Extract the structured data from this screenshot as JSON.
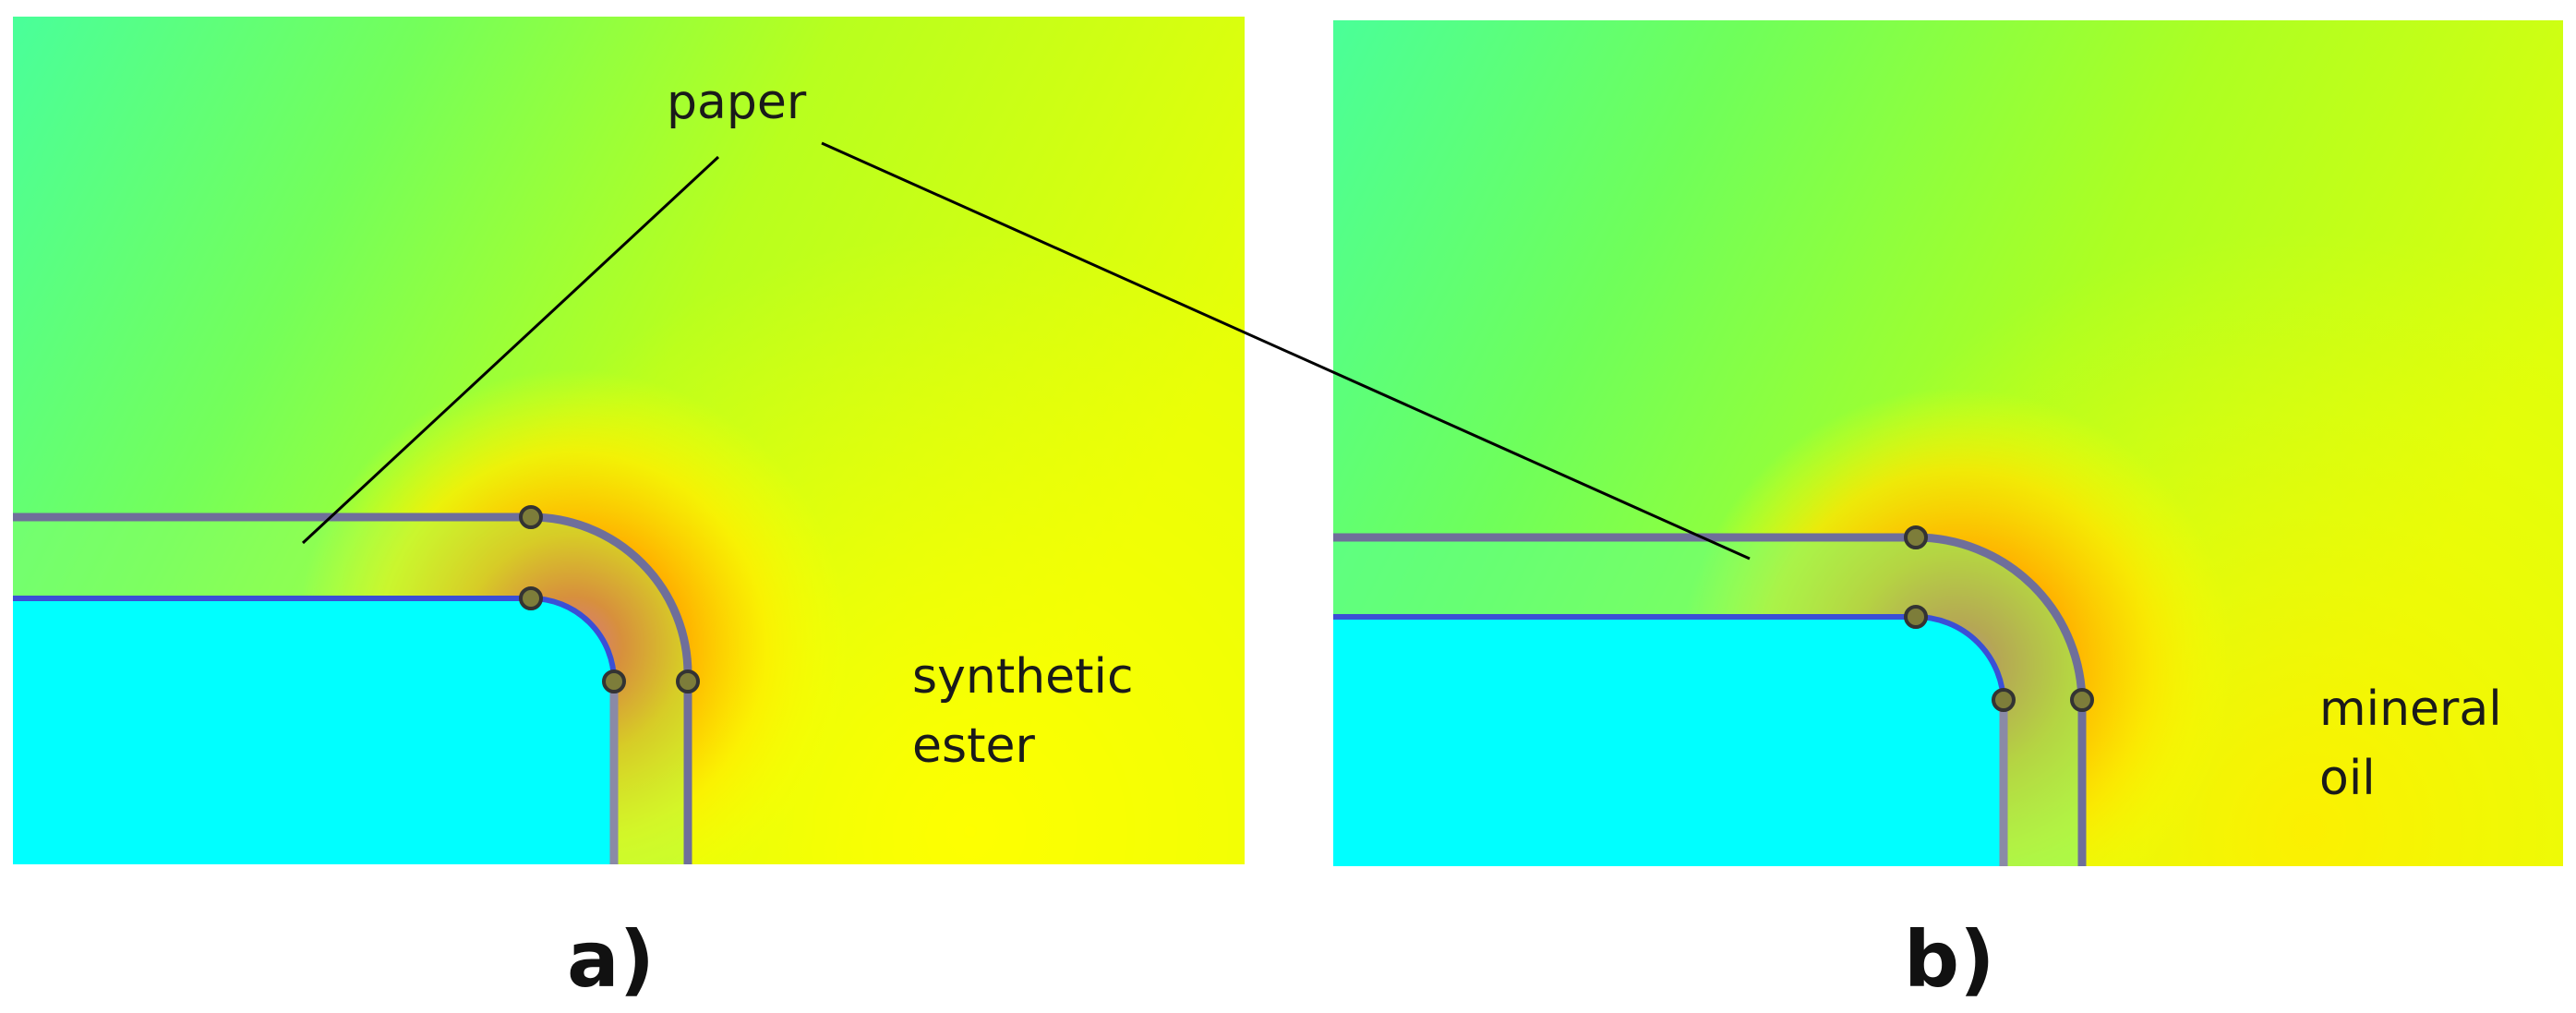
{
  "figure": {
    "annotation_top": "paper",
    "panels": [
      {
        "caption": "a)",
        "medium_line1": "synthetic",
        "medium_line2": "ester"
      },
      {
        "caption": "b)",
        "medium_line1": "mineral",
        "medium_line2": "oil"
      }
    ],
    "colors": {
      "conductor": "#00ffff",
      "field_low": "#4dffa0",
      "field_mid": "#a8ff20",
      "field_high": "#ffff00",
      "field_peak": "#ff3399",
      "paper_outline": "#6f6f9a",
      "leader_line": "#000000"
    }
  }
}
